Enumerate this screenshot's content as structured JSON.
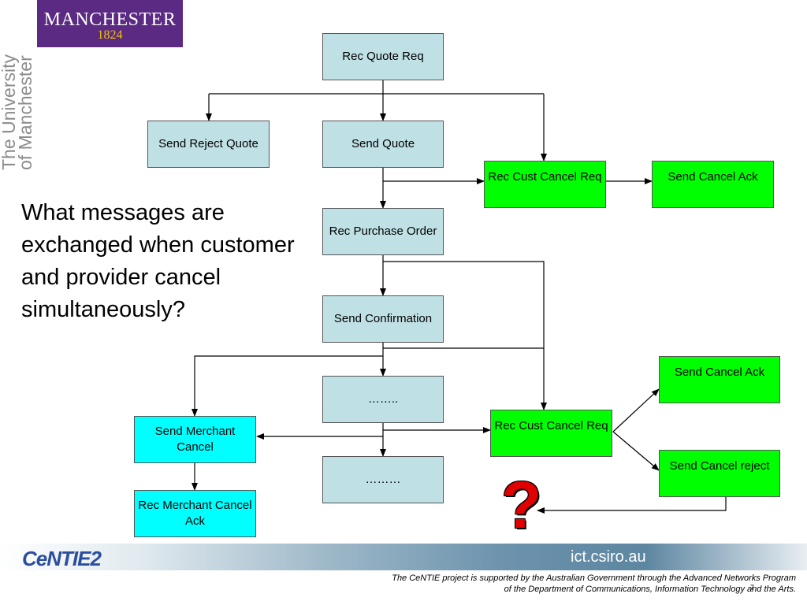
{
  "branding": {
    "logo_name": "MANCHESTER",
    "logo_year": "1824",
    "university_line1": "The University",
    "university_line2": "of Manchester"
  },
  "question": "What messages are exchanged when customer and provider cancel simultaneously?",
  "boxes": {
    "rec_quote_req": "Rec Quote Req",
    "send_reject_quote": "Send Reject Quote",
    "send_quote": "Send Quote",
    "rec_cust_cancel_req_1": "Rec Cust Cancel Req",
    "send_cancel_ack_1": "Send Cancel Ack",
    "rec_purchase_order": "Rec Purchase Order",
    "send_confirmation": "Send Confirmation",
    "dots_1": "……..",
    "dots_2": "………",
    "send_merchant_cancel": "Send Merchant Cancel",
    "rec_merchant_cancel_ack": "Rec Merchant Cancel Ack",
    "rec_cust_cancel_req_2": "Rec Cust Cancel Req",
    "send_cancel_ack_2": "Send Cancel Ack",
    "send_cancel_reject": "Send Cancel reject"
  },
  "question_mark": "?",
  "colors": {
    "light_box": "#bfe0e5",
    "green_box": "#00ff00",
    "cyan_box": "#00ffff",
    "question_mark": "#e00000",
    "logo_bg": "#5b2a82"
  },
  "footer": {
    "project_logo": "CeNTIE2",
    "site": "ict.csiro.au",
    "disclaimer_line1": "The CeNTIE project is supported by the Australian Government through the Advanced Networks Program",
    "disclaimer_line2": "of the Department of Communications, Information Technology and the Arts.",
    "page_number": "7"
  }
}
